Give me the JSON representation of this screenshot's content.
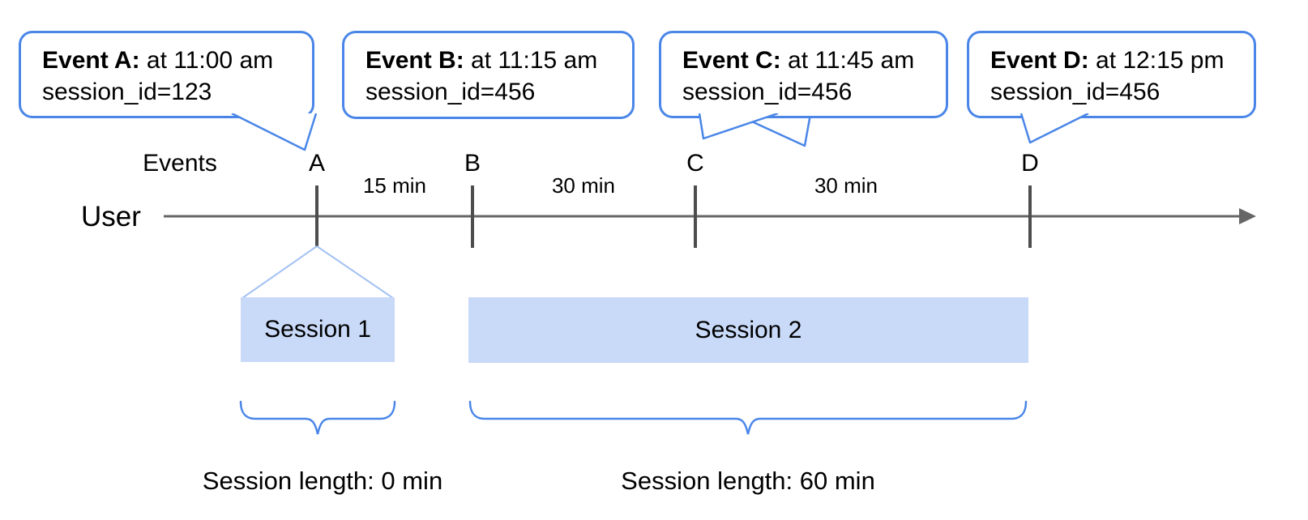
{
  "diagram": {
    "user_label": "User",
    "events_label": "Events",
    "events": [
      {
        "label": "A",
        "callout_title": "Event A:",
        "callout_time": " at 11:00 am",
        "callout_session": "session_id=123"
      },
      {
        "label": "B",
        "callout_title": "Event B:",
        "callout_time": " at 11:15 am",
        "callout_session": "session_id=456"
      },
      {
        "label": "C",
        "callout_title": "Event C:",
        "callout_time": " at 11:45 am",
        "callout_session": "session_id=456"
      },
      {
        "label": "D",
        "callout_title": "Event D:",
        "callout_time": " at 12:15 pm",
        "callout_session": "session_id=456"
      }
    ],
    "intervals": [
      "15 min",
      "30 min",
      "30 min"
    ],
    "sessions": [
      {
        "label": "Session 1",
        "length": "Session length: 0 min"
      },
      {
        "label": "Session 2",
        "length": "Session length: 60 min"
      }
    ],
    "colors": {
      "callout_border": "#4a86e8",
      "brace": "#4a86e8",
      "session_fill": "#c9daf8",
      "funnel_line": "#a4c2f4",
      "timeline_gray": "#666666",
      "tick_gray": "#4d4d4d"
    }
  }
}
